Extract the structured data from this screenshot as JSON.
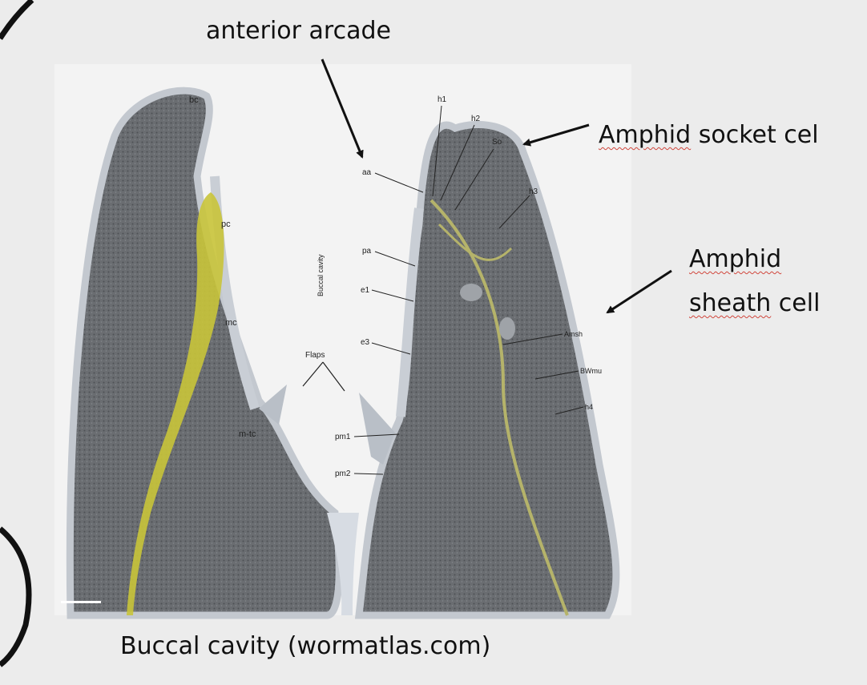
{
  "slide": {
    "title": "anterior arcade",
    "socket_label_word1": "Amphid",
    "socket_label_rest": " socket cel",
    "sheath_label_line1": "Amphid",
    "sheath_label_line2_word1": "sheath",
    "sheath_label_line2_rest": " cell",
    "caption": "Buccal cavity (wormatlas.com)"
  },
  "micrograph": {
    "labels": {
      "bc": "bc",
      "pc": "pc",
      "mc": "mc",
      "m_tc": "m-tc",
      "buccal_cavity": "Buccal cavity",
      "flaps": "Flaps",
      "aa": "aa",
      "pa": "pa",
      "e1": "e1",
      "e3": "e3",
      "pm1": "pm1",
      "pm2": "pm2",
      "h1": "h1",
      "h2": "h2",
      "so": "So",
      "h3": "h3",
      "amsh": "Amsh",
      "bwmu": "BWmu",
      "h4": "h4"
    }
  },
  "colors": {
    "background": "#ececec",
    "tissue_dark": "#5b5e62",
    "tissue_light": "#b9bfc7",
    "cuticle": "#d7dce3",
    "highlight_yellow": "#c9c43a",
    "spellcheck_red": "#d0463c"
  }
}
